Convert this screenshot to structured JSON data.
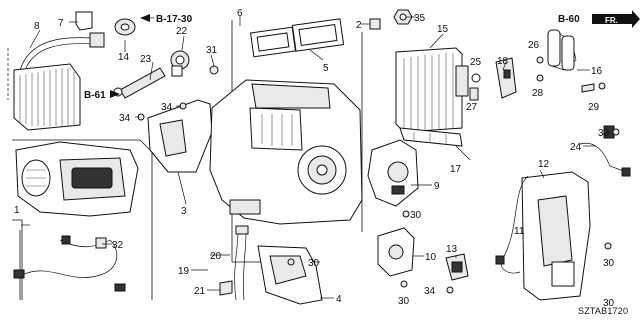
{
  "diagram": {
    "callouts": {
      "c1": "1",
      "c2": "2",
      "c3": "3",
      "c4": "4",
      "c5": "5",
      "c6": "6",
      "c7": "7",
      "c8": "8",
      "c9": "9",
      "c10": "10",
      "c11": "11",
      "c12": "12",
      "c13": "13",
      "c14": "14",
      "c15": "15",
      "c16": "16",
      "c17": "17",
      "c18": "18",
      "c19": "19",
      "c20": "20",
      "c21": "21",
      "c22": "22",
      "c23": "23",
      "c24": "24",
      "c25": "25",
      "c26": "26",
      "c27": "27",
      "c28": "28",
      "c29": "29",
      "c30": "30",
      "c31": "31",
      "c32": "32",
      "c33": "33",
      "c34": "34",
      "c35": "35"
    },
    "refs": {
      "b1730": "B-17-30",
      "b61": "B-61",
      "b60": "B-60"
    },
    "direction_label": "FR.",
    "diagram_code": "SZTAB1720",
    "icons": [
      "front-direction-arrow-icon",
      "reference-arrow-icon"
    ]
  }
}
